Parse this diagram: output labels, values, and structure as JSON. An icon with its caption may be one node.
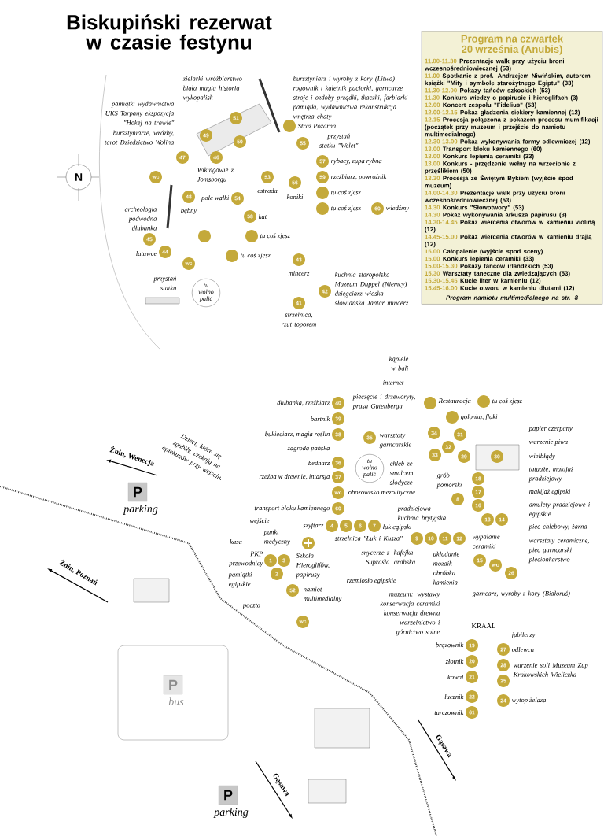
{
  "diagram": {
    "title": "Biskupiński rezerwat w czasie festynu",
    "nodes": [
      {
        "text": [
          "Program na czwartek 20 września (Anubis)",
          "11.00-11.30",
          "Prezentacje walk przy użyciu broni wczesnośredniowiecznej (53)",
          "11.00",
          "Spotkanie z prof. Andrzejem Niwińskim, autorem książki \"Mity i symbole starożytnego Egiptu\" (33)",
          "11.30-12.00",
          "Pokazy tańców szkockich (53)",
          "11.30",
          "Konkurs wiedzy o papirusie i hieroglifach (3)",
          "12.00",
          "Koncert zespołu \"Fidelius\" (53)",
          "12.00-12.15",
          "Pokaz gładzenia siekiery kamiennej (12)",
          "12.15",
          "Procesja połączona z pokazem procesu mumifikacji (początek przy muzeum i przejście do namiotu multimedialnego)",
          "12.30-13.00",
          "Pokaz wykonywania formy odlewniczej (12)",
          "13.00",
          "Transport bloku kamiennego (60)",
          "13.00",
          "Konkurs lepienia ceramiki (33)",
          "13.00",
          "Konkurs - przędzenie wełny na wrzecionie z przęślikiem (50)",
          "13.30",
          "Procesja ze Świętym Bykiem (wyjście spod muzeum)",
          "14.00-14.30",
          "Prezentacje walk przy użyciu broni wczesnośredniowiecznej (53)",
          "14.30",
          "Konkurs \"Słowotwory\" (53)",
          "14.30",
          "Pokaz wykonywania arkusza papirusu (3)",
          "14.30-14.45",
          "Pokaz wiercenia otworów w kamieniu violiną (12)",
          "14.45-15.00",
          "Pokaz wiercenia otworów w kamieniu drajlą (12)",
          "15.00",
          "Całopalenie (wyjście spod sceny)",
          "15.00",
          "Konkurs lepienia ceramiki (33)",
          "15.00-15.30",
          "Pokazy tańców irlandzkich (53)",
          "15.30",
          "Warsztaty taneczne dla zwiedzających (53)",
          "15.30-15.45",
          "Kucie liter w kamieniu (12)",
          "15.45-16.00",
          "Kucie otworu w kamieniu dłutami (12)",
          "Program namiotu multimedialnego na str. 8"
        ]
      },
      {
        "text": [
          "tu wolno palić"
        ]
      },
      {
        "text": [
          "tu wolno palić"
        ]
      },
      {
        "text": [
          "P"
        ],
        "beside": [
          "parking"
        ]
      },
      {
        "text": [
          "P"
        ],
        "beside": [
          "bus"
        ]
      },
      {
        "text": [
          "P"
        ],
        "beside": [
          "parking"
        ]
      }
    ],
    "labels": [
      "N",
      "zielarki wróżbiarstwo biała magia historia wykopalisk",
      "pamiątki wydawnictwa UKS Tarpany ekspozycja \"Hokej na trawie\"",
      "bursztyniarz i wyroby z kory (Litwa) rogownik i kaletnik paciorki, garncarze stroje i ozdoby prządki, tkaczki, farbiarki pamiątki, wydawnictwa rekonstrukcja wnętrza chaty",
      "bursztyniarze, wróżby, tarot Dziedzictwo Wolina",
      "Straż Pożarna",
      "przystań statku \"Welet\"",
      "Wikingowie z Jomsborgu",
      "estrada",
      "pole walki",
      "bębny",
      "koniki",
      "rybacy, zupa rybna",
      "rzeźbiarz, powroźnik",
      "kat",
      "tu coś zjesz",
      "tu coś zjesz",
      "wiedźmy",
      "archeologia podwodna dłubanka",
      "latawce",
      "mincerz",
      "tu coś zjesz",
      "tu coś zjesz",
      "przystań statku",
      "kuchnia staropolska Muzeum Duppel (Niemcy) dzięgciarz wioska słowiańska Jantar mincerz",
      "strzelnica, rzut toporem",
      "Dzieci, które się zgubiły, czekają na opiekunów przy wejściu.",
      "Żnin, Wenecja",
      "Żnin, Poznań",
      "Gąsawa",
      "Gąsawa",
      "dłubanka, rzeźbiarz",
      "bartnik",
      "bukieciarz, magia roślin",
      "zagroda pańska",
      "bednarz",
      "rzeźba w drewnie, intarsja",
      "obozowisko mezolityczne",
      "transport bloku kamiennego",
      "wejście",
      "punkt medyczny",
      "kasa",
      "szyftarz",
      "łuk egipski",
      "strzelnica \"Łuk i Kusza\"",
      "Szkoła Hieroglifów, papirusy",
      "PKP przewodnicy",
      "rzemiosło egipskie",
      "pamiątki egipskie",
      "namiot multimedialny",
      "poczta",
      "kąpiele w bali",
      "internet",
      "pieczęcie i drzeworyty, prasa Gutenberga",
      "warsztaty garncarskie",
      "Restauracja",
      "tu coś zjesz",
      "golonka, flaki",
      "papier czerpany",
      "warzenie piwa",
      "chleb ze smalcem słodycze",
      "wielbłądy",
      "grób pomorski",
      "tatuaże, makijaż pradziejowy",
      "makijaż egipski",
      "pradziejowa kuchnia brytyjska",
      "amulety pradziejowe i egipskie",
      "kafejka arabska",
      "wypalanie ceramiki",
      "snycerze z Supraśla",
      "piec chlebowy, żarna",
      "układanie mozaik",
      "obróbka kamienia",
      "warsztaty ceramiczne, piec garncarski plecionkarstwo",
      "muzeum: wystawy konserwacja ceramiki konserwacja drewna warzelnictwo i górnictwo solne",
      "garncarz, wyroby z kory (Białoruś)",
      "KRAAL",
      "jubilerzy",
      "brązownik",
      "złotnik",
      "odlewca",
      "kowal",
      "warzenie soli Muzeum Żup Krakowskich Wieliczka",
      "łucznik",
      "wytop żelaza",
      "tarczownik",
      "51",
      "49",
      "50",
      "55",
      "47",
      "46",
      "wc",
      "48",
      "53",
      "54",
      "56",
      "57",
      "58",
      "59",
      "45",
      "44",
      "60",
      "wc",
      "43",
      "42",
      "41",
      "40",
      "39",
      "38",
      "36",
      "37",
      "wc",
      "60",
      "4",
      "5",
      "6",
      "7",
      "35",
      "34",
      "33",
      "32",
      "31",
      "29",
      "30",
      "18",
      "17",
      "16",
      "8",
      "9",
      "10",
      "11",
      "12",
      "13",
      "14",
      "15",
      "wc",
      "26",
      "1",
      "2",
      "3",
      "52",
      "wc",
      "19",
      "20",
      "21",
      "22",
      "61",
      "27",
      "28",
      "25",
      "24"
    ]
  }
}
